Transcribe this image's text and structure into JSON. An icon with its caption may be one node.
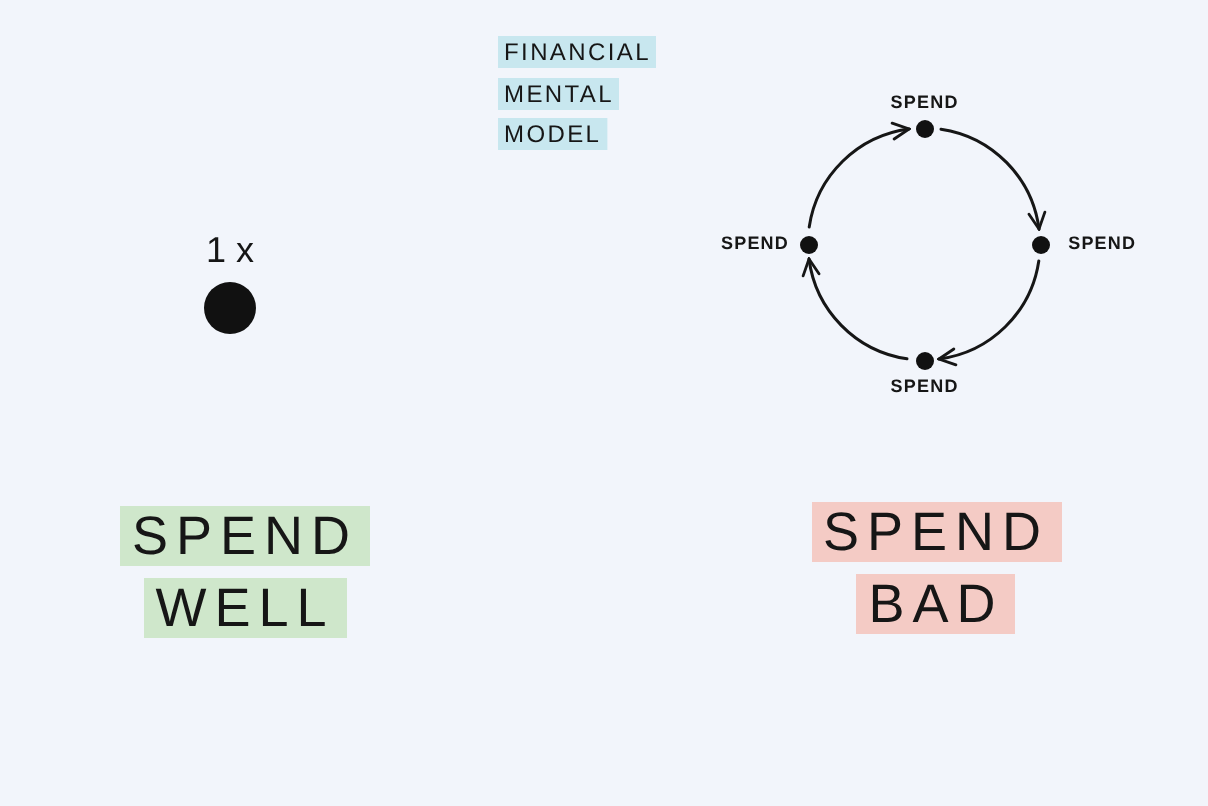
{
  "diagram": {
    "title": "FINANCIAL MENTAL MODEL",
    "nodes": [
      {
        "text": [],
        "shape": "circle",
        "beside": [
          "1x"
        ]
      },
      {
        "text": [],
        "shape": "circle",
        "beside": [
          "SPEND"
        ]
      },
      {
        "text": [],
        "shape": "circle",
        "beside": [
          "SPEND"
        ]
      },
      {
        "text": [],
        "shape": "circle",
        "beside": [
          "SPEND"
        ]
      },
      {
        "text": [],
        "shape": "circle",
        "beside": [
          "SPEND"
        ]
      },
      {
        "text": [
          "SPEND WELL"
        ]
      },
      {
        "text": [
          "SPEND BAD"
        ]
      }
    ],
    "edges": [
      {
        "from": 1,
        "to": 2,
        "arrow": "to"
      },
      {
        "from": 2,
        "to": 3,
        "arrow": "to"
      },
      {
        "from": 3,
        "to": 4,
        "arrow": "to"
      },
      {
        "from": 4,
        "to": 1,
        "arrow": "to"
      }
    ]
  }
}
